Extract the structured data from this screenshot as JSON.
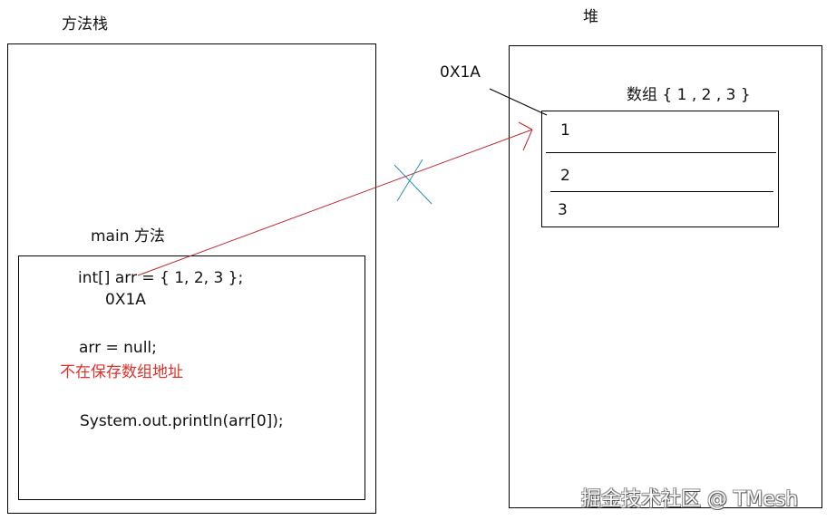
{
  "stack": {
    "title": "方法栈",
    "frame_title": "main 方法",
    "code": {
      "line1": "int[] arr = { 1, 2, 3 };",
      "line1_address": "0X1A",
      "line2": "arr = null;",
      "line2_note": "不在保存数组地址",
      "line3": "System.out.println(arr[0]);"
    }
  },
  "heap": {
    "title": "堆",
    "address_label": "0X1A",
    "array_title": "数组 { 1 , 2 , 3 }",
    "cells": [
      "1",
      "2",
      "3"
    ]
  },
  "colors": {
    "reference_arrow": "#c0282e",
    "cross_mark": "#2a8fb8",
    "note_text": "#e0302a",
    "border": "#000000"
  },
  "watermark": "掘金技术社区 @ TMesh"
}
